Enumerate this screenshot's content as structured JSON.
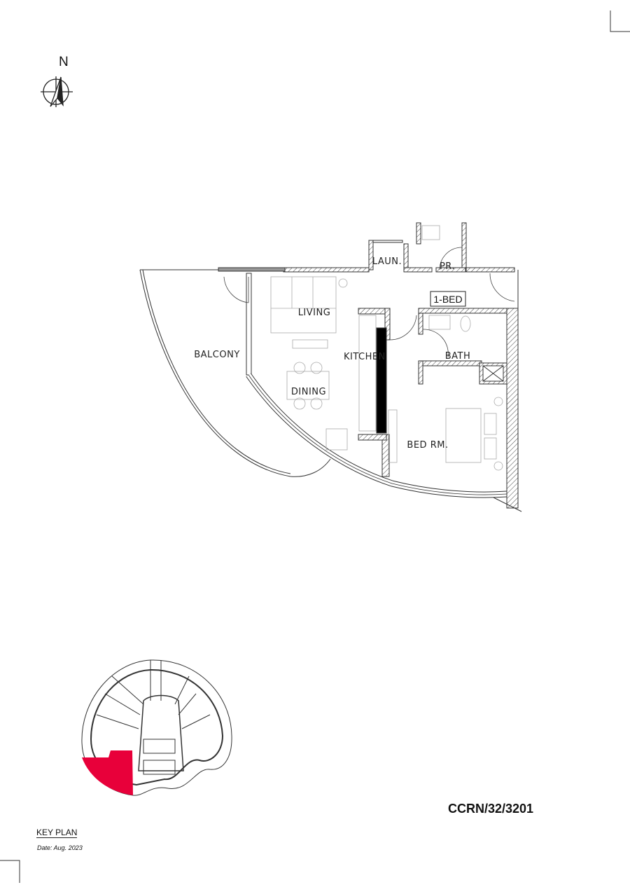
{
  "north_label": "N",
  "rooms": {
    "laundry": "LAUN.",
    "powder_room": "PR.",
    "unit_type": "1-BED",
    "living": "LIVING",
    "balcony": "BALCONY",
    "kitchen": "KITCHEN",
    "bath": "BATH",
    "dining": "DINING",
    "bedroom": "BED RM."
  },
  "key_plan": {
    "title": "KEY PLAN",
    "date": "Date: Aug. 2023",
    "highlight_color": "#e8003a"
  },
  "unit_code": "CCRN/32/3201"
}
